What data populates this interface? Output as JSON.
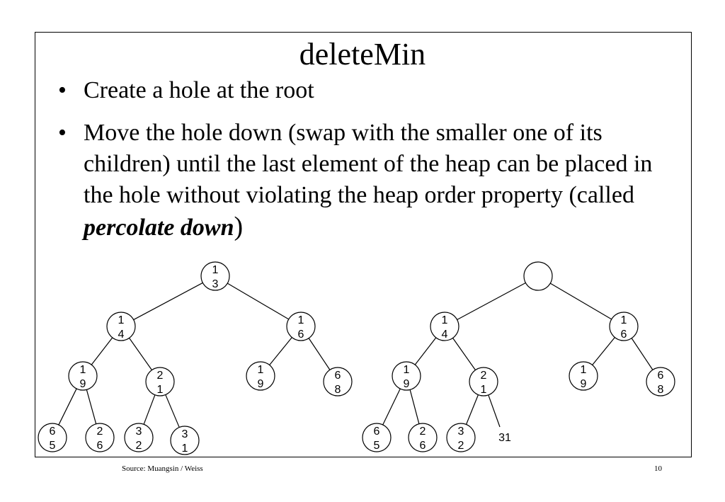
{
  "slide": {
    "title": "deleteMin",
    "bullets": [
      {
        "text": "Create a hole at the root"
      },
      {
        "text": "Move the hole down (swap with the smaller one of its children) until the last element of the heap can be placed in the hole without violating the heap order property (called ",
        "term": "percolate down",
        "tail": ")"
      }
    ],
    "bullet_char": "•",
    "footer": {
      "source": "Source: Muangsin / Weiss",
      "page": "10"
    }
  },
  "heaps": [
    {
      "nodes": [
        "13",
        "14",
        "16",
        "19",
        "21",
        "19",
        "68",
        "65",
        "26",
        "32",
        "31"
      ],
      "root_hole": false
    },
    {
      "nodes": [
        "",
        "14",
        "16",
        "19",
        "21",
        "19",
        "68",
        "65",
        "26",
        "32"
      ],
      "root_hole": true,
      "pending_value": "31"
    }
  ]
}
